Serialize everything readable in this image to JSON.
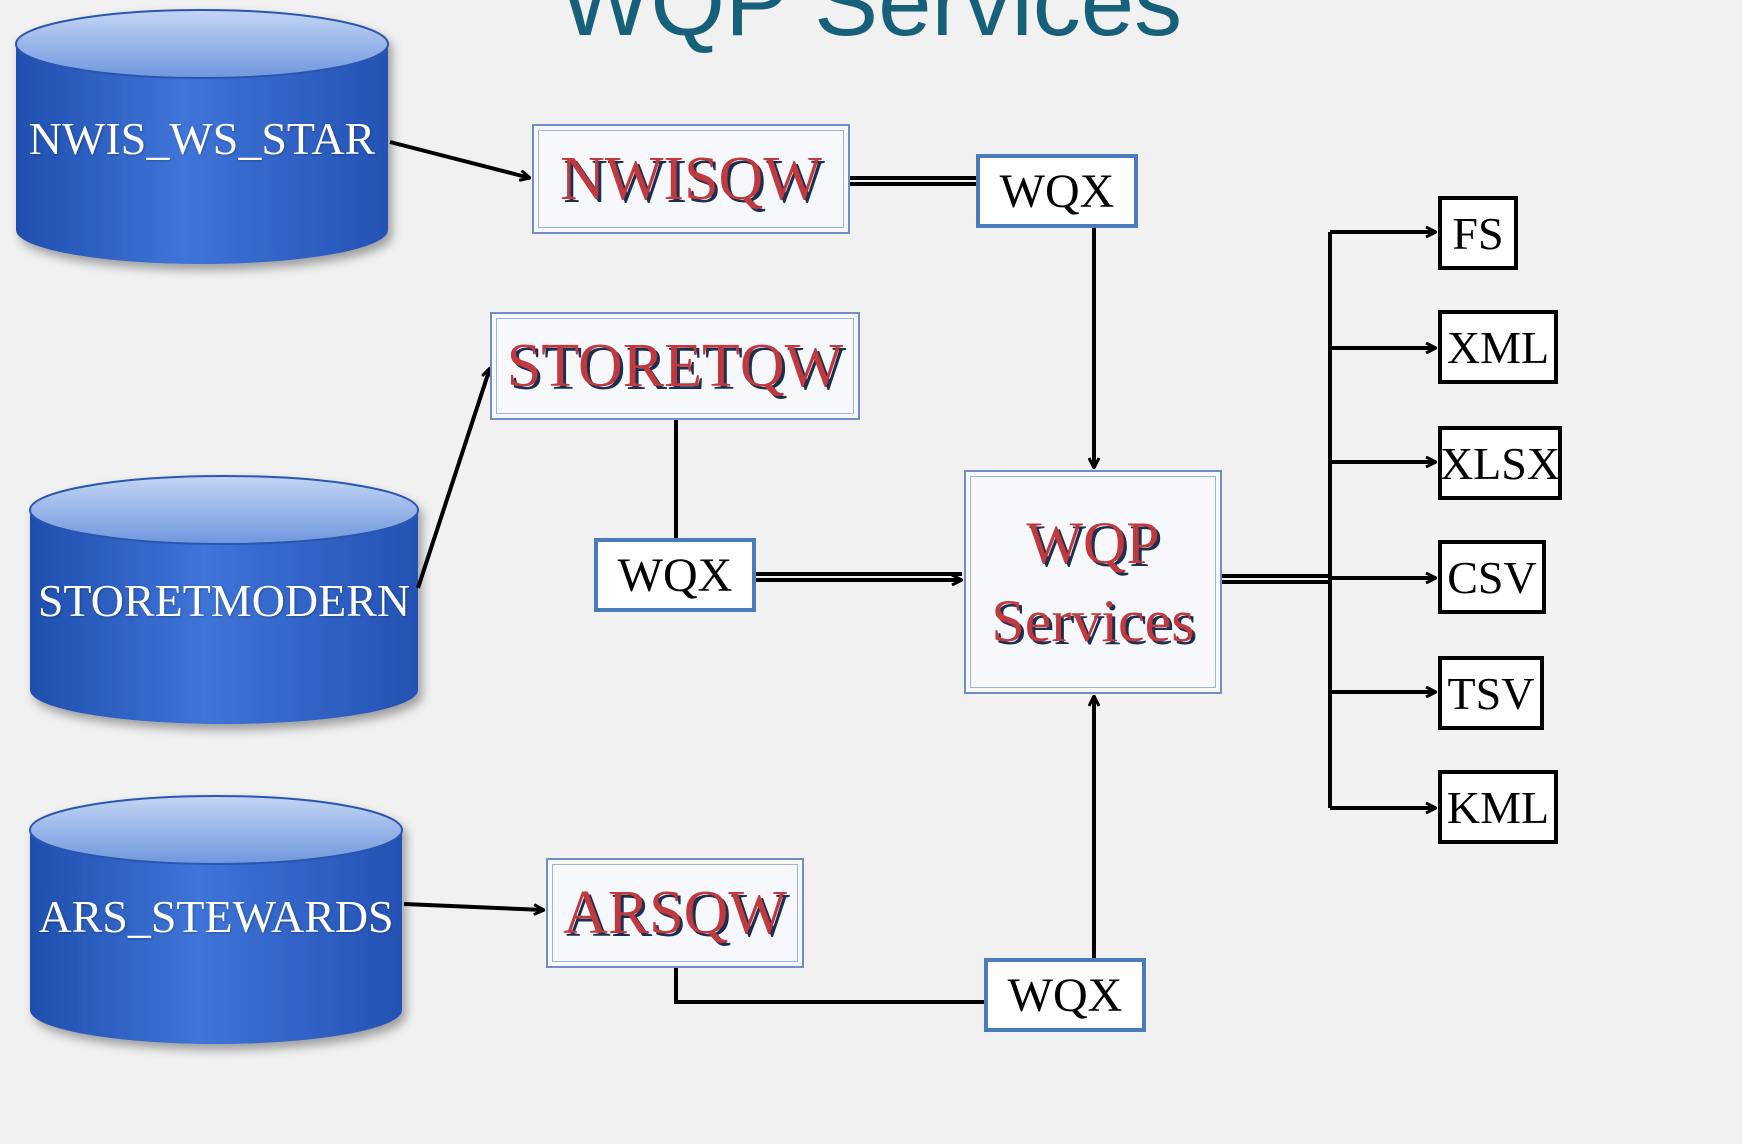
{
  "title": "WQP Services",
  "sources": [
    {
      "label": "NWIS_WS_STAR"
    },
    {
      "label": "STORETMODERN"
    },
    {
      "label": "ARS_STEWARDS"
    }
  ],
  "query_webs": {
    "nwisqw": "NWISQW",
    "storetqw": "STORETQW",
    "arsqw": "ARSQW"
  },
  "wqx": [
    "WQX",
    "WQX",
    "WQX"
  ],
  "wqp": {
    "line1": "WQP",
    "line2": "Services"
  },
  "formats": [
    "FS",
    "XML",
    "XLSX",
    "CSV",
    "TSV",
    "KML"
  ],
  "colors": {
    "title": "#17607a",
    "cylinder": "#2e60c2",
    "qw_text": "#c0393e",
    "wqx_border": "#4a7bbb"
  }
}
